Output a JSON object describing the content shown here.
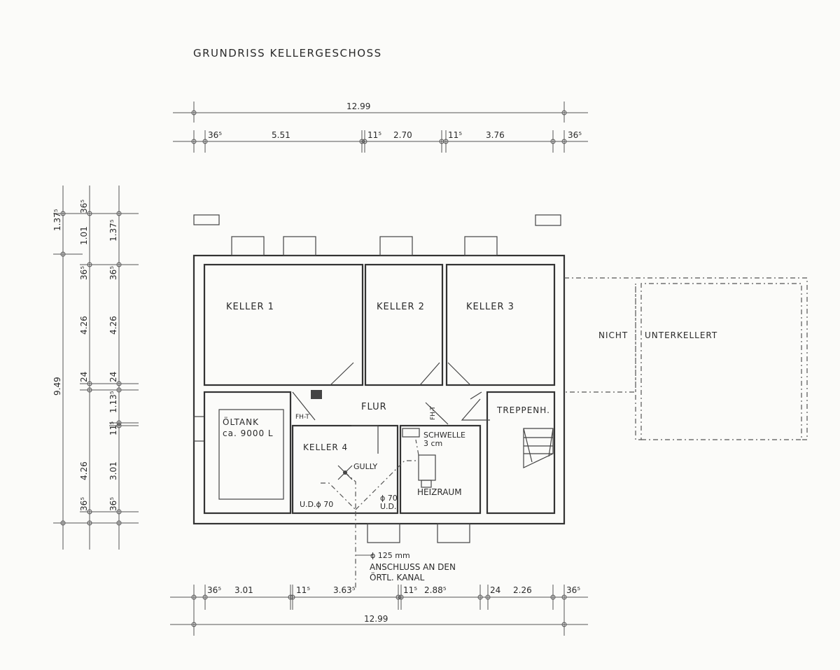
{
  "title": "GRUNDRISS KELLERGESCHOSS",
  "rooms": {
    "keller1": "KELLER 1",
    "keller2": "KELLER 2",
    "keller3": "KELLER 3",
    "keller4": "KELLER 4",
    "flur": "FLUR",
    "treppenhaus": "TREPPENH.",
    "heizraum": "HEIZRAUM",
    "oeltank_line1": "ÖLTANK",
    "oeltank_line2": "ca. 9000 L",
    "nicht": "NICHT",
    "unterkellert": "UNTERKELLERT"
  },
  "annotations": {
    "gully": "GULLY",
    "schwelle_line1": "SCHWELLE",
    "schwelle_line2": "3 cm",
    "ud_left": "U.D.ϕ 70",
    "ud_right_1": "ϕ 70",
    "ud_right_2": "U.D.",
    "fh_left": "FH-T",
    "fh_right": "FH-T",
    "pipe_dia": "ϕ 125 mm",
    "anschluss_1": "ANSCHLUSS AN DEN",
    "anschluss_2": "ÖRTL. KANAL"
  },
  "dimensions": {
    "top_total": "12.99",
    "top": [
      "36⁵",
      "5.51",
      "11⁵",
      "2.70",
      "11⁵",
      "3.76",
      "36⁵"
    ],
    "left_total": "9.49",
    "left_outer": [
      "1.37⁵",
      "36⁵",
      "4.26",
      "24",
      "4.26",
      "36⁵"
    ],
    "left_mid": [
      "36⁵",
      "1.01",
      "36⁵",
      "4.26",
      "24",
      "1.13⁵",
      "11⁵",
      "3.01",
      "36⁵"
    ],
    "left_inner": [
      "1.37⁵"
    ],
    "bottom": [
      "36⁵",
      "3.01",
      "11⁵",
      "3.63⁵",
      "11⁵",
      "2.88⁵",
      "24",
      "2.26",
      "36⁵"
    ],
    "bottom_total": "12.99"
  }
}
